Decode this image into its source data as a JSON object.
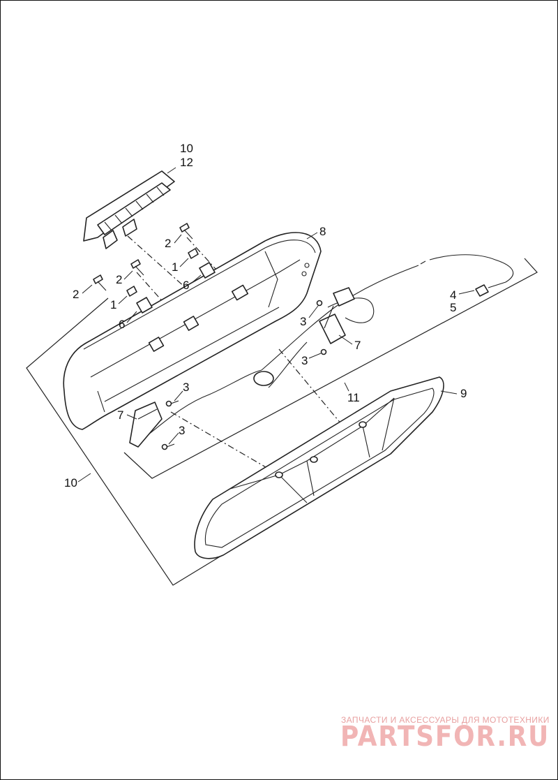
{
  "callouts": {
    "c10_top": "10",
    "c12": "12",
    "c8": "8",
    "c2_a": "2",
    "c1_a": "1",
    "c6_a": "6",
    "c2_b": "2",
    "c2_c": "2",
    "c1_b": "1",
    "c6_b": "6",
    "c3_a": "3",
    "c7_a": "7",
    "c3_b": "3",
    "c4": "4",
    "c5": "5",
    "c11": "11",
    "c9": "9",
    "c3_c": "3",
    "c7_b": "7",
    "c3_d": "3",
    "c10_bottom": "10"
  },
  "watermark": {
    "subtitle": "ЗАПЧАСТИ И АКСЕССУАРЫ ДЛЯ МОТОТЕХНИКИ",
    "brand": "PARTSFOR.RU",
    "color": "#f1b5b5"
  }
}
